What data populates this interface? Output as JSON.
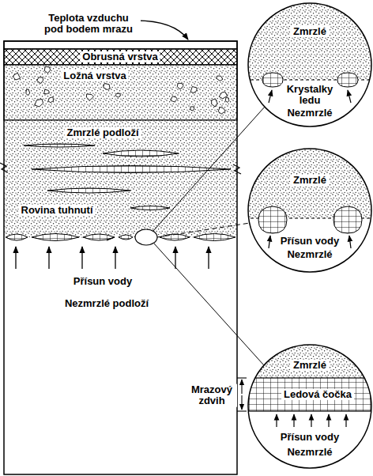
{
  "diagram": {
    "nodes": [
      {
        "text": [
          "Obrusná vrstva"
        ]
      },
      {
        "text": [
          "Ložná vrstva"
        ]
      },
      {
        "text": [
          "Zmrzlé podloží",
          "Rovina tuhnutí"
        ]
      },
      {
        "text": [
          "Přísun vody",
          "Nezmrzlé podloží"
        ]
      },
      {
        "text": [
          "Zmrzlé",
          "Krystalky ledu",
          "Nezmrzlé"
        ]
      },
      {
        "text": [
          "Zmrzlé",
          "Přísun vody",
          "Nezmrzlé"
        ]
      },
      {
        "text": [
          "Zmrzlé",
          "Ledová čočka",
          "Přísun vody",
          "Nezmrzlé"
        ]
      }
    ],
    "labels": [
      "Teplota vzduchu pod bodem mrazu",
      "Mrazový zdvih"
    ]
  }
}
